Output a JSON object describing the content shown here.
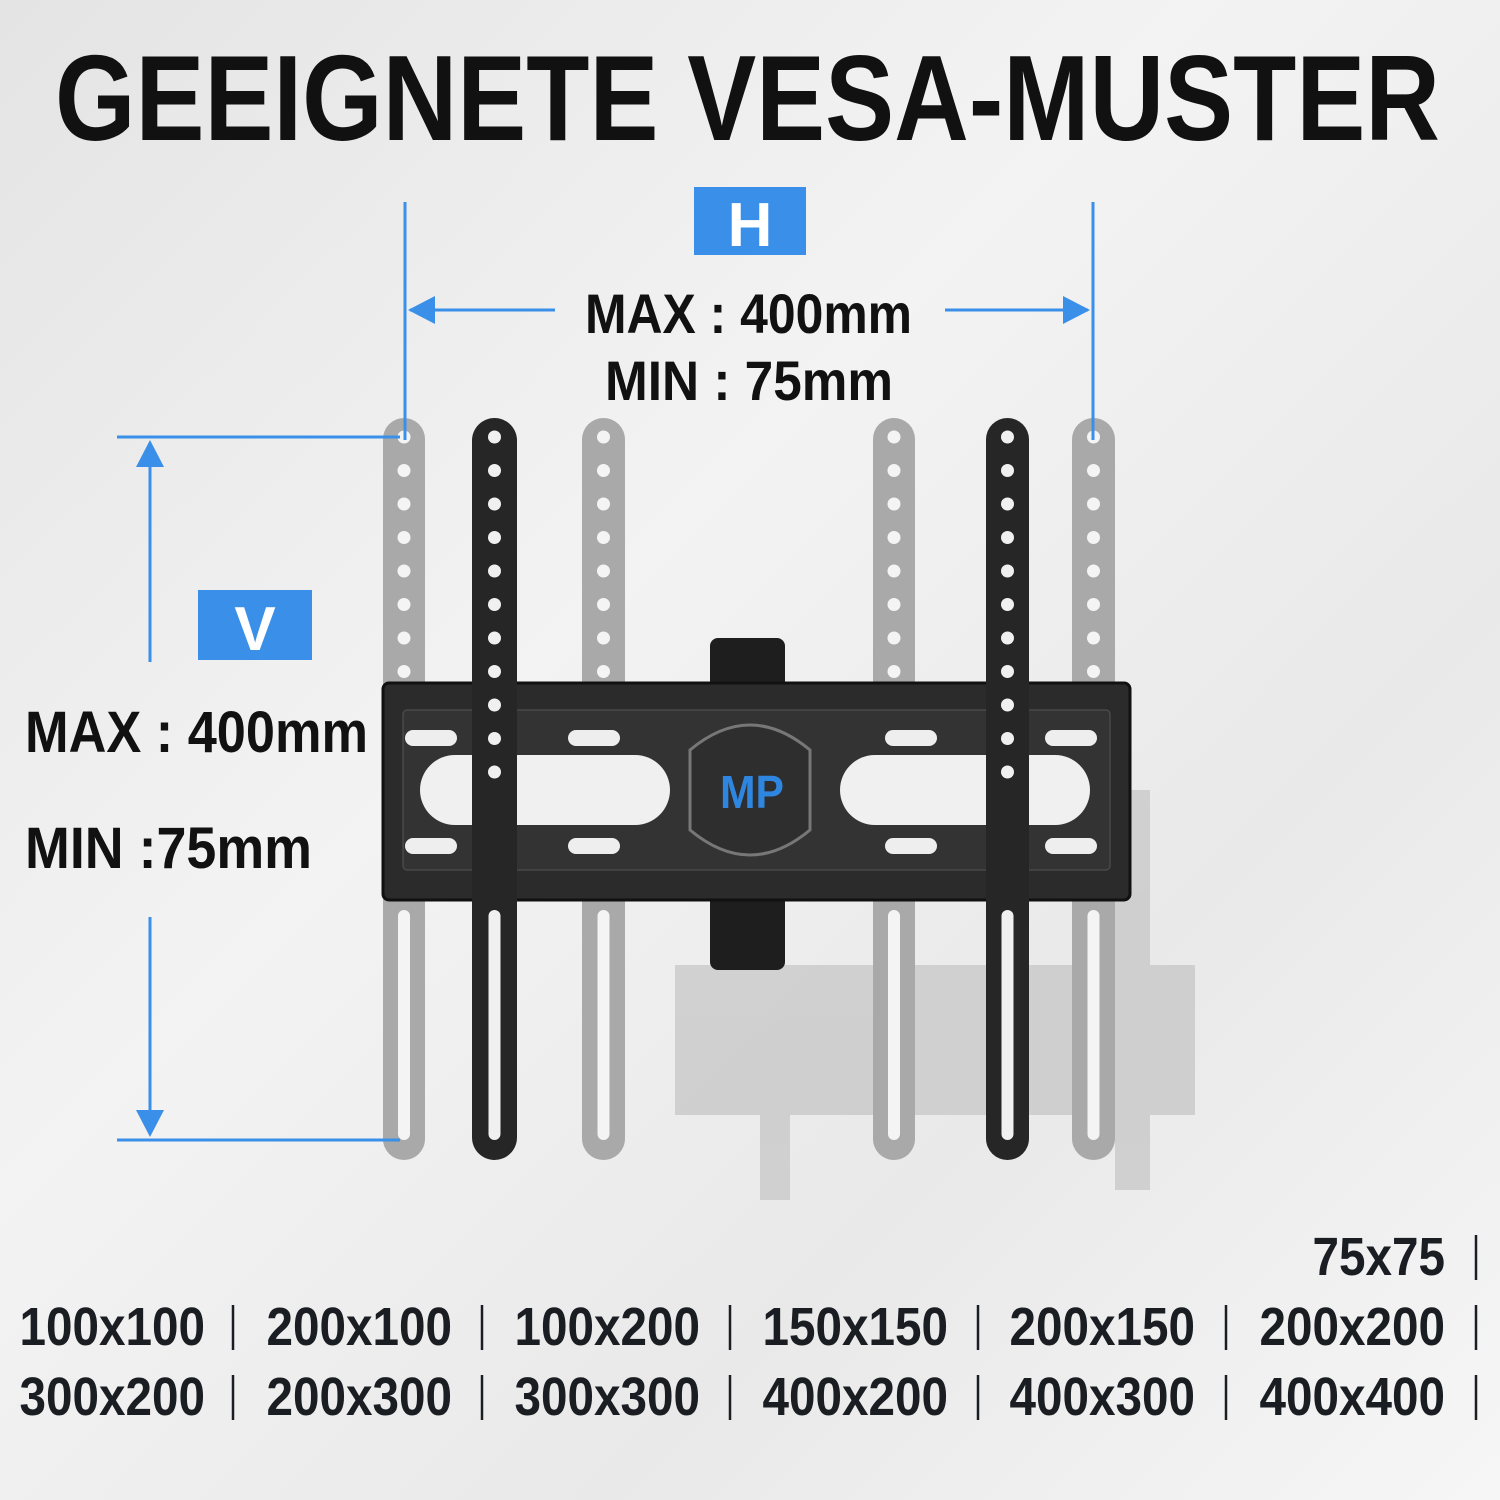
{
  "title": "GEEIGNETE VESA-MUSTER",
  "horizontal": {
    "badge": "H",
    "max": "MAX :  400mm",
    "min": "MIN :  75mm"
  },
  "vertical": {
    "badge": "V",
    "max": "MAX : 400mm",
    "min": "MIN :75mm"
  },
  "logo": "MP",
  "colors": {
    "accent": "#3a8fe8",
    "text": "#111111",
    "plate": "#2b2b2b",
    "ghost_strip": "#a9a9a9"
  },
  "vesa_patterns": [
    [
      "75x75"
    ],
    [
      "100x100",
      "200x100",
      "100x200",
      "150x150",
      "200x150",
      "200x200"
    ],
    [
      "300x200",
      "200x300",
      "300x300",
      "400x200",
      "400x300",
      "400x400"
    ]
  ]
}
